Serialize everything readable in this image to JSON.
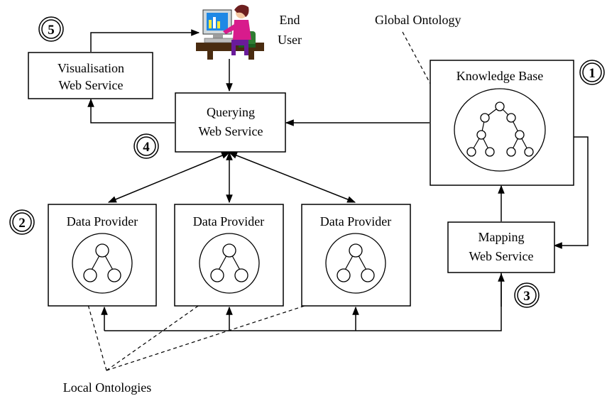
{
  "boxes": {
    "knowledge_base": "Knowledge Base",
    "querying": [
      "Querying",
      "Web Service"
    ],
    "visualisation": [
      "Visualisation",
      "Web Service"
    ],
    "mapping": [
      "Mapping",
      "Web Service"
    ],
    "data_provider_1": "Data Provider",
    "data_provider_2": "Data Provider",
    "data_provider_3": "Data Provider"
  },
  "labels": {
    "end_user": [
      "End",
      "User"
    ],
    "global_ontology": "Global Ontology",
    "local_ontologies": "Local Ontologies"
  },
  "markers": {
    "m1": "1",
    "m2": "2",
    "m3": "3",
    "m4": "4",
    "m5": "5"
  }
}
